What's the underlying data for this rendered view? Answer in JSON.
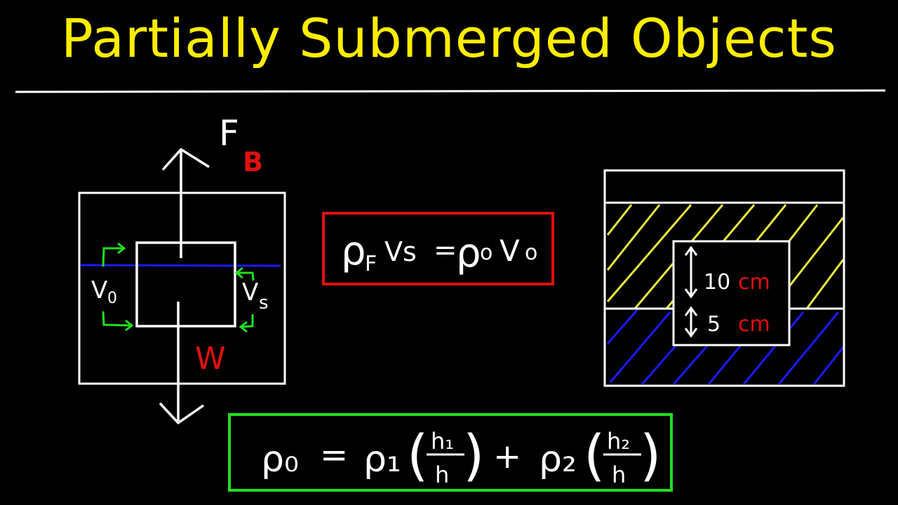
{
  "title": "Partially Submerged Objects",
  "left_diagram": {
    "buoyant_force": "F",
    "buoyant_force_sub": "B",
    "weight": "W",
    "volume_left": "V",
    "volume_left_sub": "0",
    "volume_right": "V",
    "volume_right_sub": "s"
  },
  "equation_red": {
    "rho_f": "ρ",
    "f_sub": "F",
    "v_s": "Vs",
    "equals": "=",
    "rho_o": "ρ",
    "o_sub": "o",
    "v_o": "V",
    "vo_sub": "o"
  },
  "right_diagram": {
    "top_dim_value": "10",
    "top_dim_unit": "cm",
    "bottom_dim_value": "5",
    "bottom_dim_unit": "cm"
  },
  "equation_green": {
    "lhs": "ρ₀",
    "equals": "=",
    "rho1": "ρ₁",
    "h1": "h₁",
    "h_a": "h",
    "plus": "+",
    "rho2": "ρ₂",
    "h2": "h₂",
    "h_b": "h"
  },
  "colors": {
    "title": "#ffee00",
    "red": "#e01010",
    "green": "#22dd22",
    "blue": "#1a1aff",
    "yellow_hatch": "#e8e840"
  }
}
